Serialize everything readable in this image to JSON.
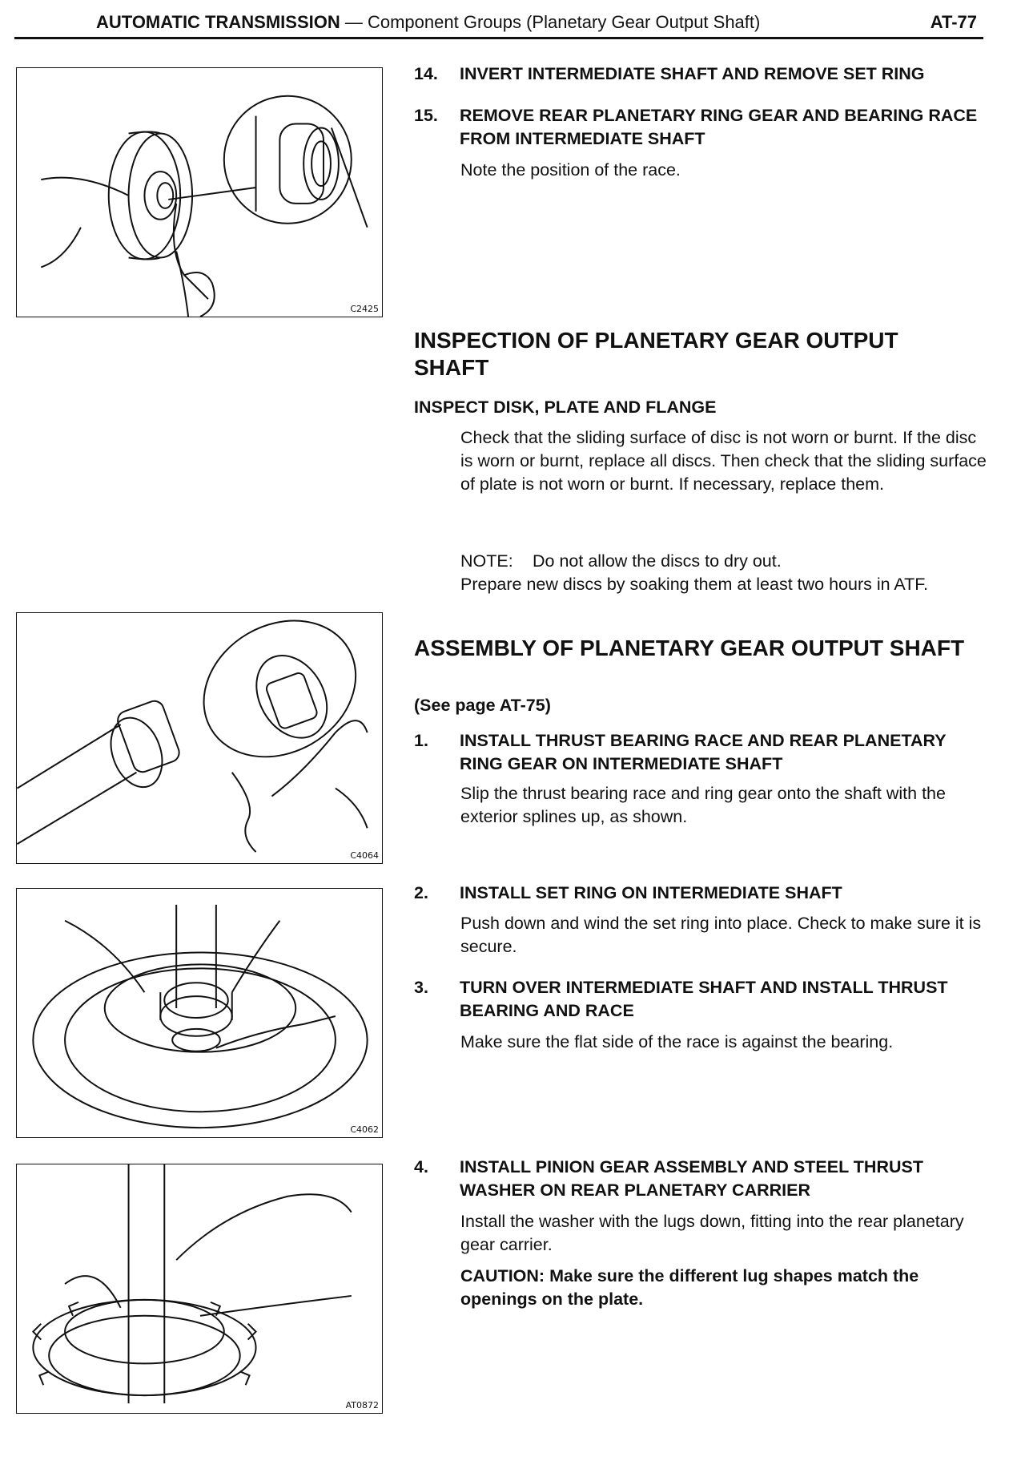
{
  "header": {
    "title": "AUTOMATIC TRANSMISSION",
    "dash": "—",
    "subtitle": "Component Groups (Planetary Gear Output Shaft)",
    "page_number": "AT-77"
  },
  "figures": [
    {
      "code": "C2425"
    },
    {
      "code": "C4064"
    },
    {
      "code": "C4062"
    },
    {
      "code": "AT0872"
    }
  ],
  "disassembly_steps": [
    {
      "number": "14.",
      "heading": "INVERT INTERMEDIATE SHAFT AND REMOVE SET RING"
    },
    {
      "number": "15.",
      "heading": "REMOVE REAR PLANETARY RING GEAR AND BEARING RACE FROM INTERMEDIATE SHAFT",
      "body": "Note the position of the race."
    }
  ],
  "inspection": {
    "title": "INSPECTION OF PLANETARY GEAR OUTPUT SHAFT",
    "subheading": "INSPECT DISK, PLATE AND FLANGE",
    "paragraph": "Check that the sliding surface of disc is not worn or burnt. If the disc is worn or burnt, replace all discs. Then check that the sliding surface of plate is not worn or burnt. If necessary, replace them.",
    "note_label": "NOTE:",
    "note_text": "Do not allow the discs to dry out.",
    "note_text_2": "Prepare new discs by soaking them at least two hours in ATF."
  },
  "assembly": {
    "title": "ASSEMBLY OF PLANETARY GEAR OUTPUT SHAFT",
    "reference": "(See page AT-75)",
    "steps": [
      {
        "number": "1.",
        "heading": "INSTALL THRUST BEARING RACE AND REAR PLANETARY RING GEAR ON INTERMEDIATE SHAFT",
        "body": "Slip the thrust bearing race and ring gear onto the shaft with the exterior splines up, as shown."
      },
      {
        "number": "2.",
        "heading": "INSTALL SET RING ON INTERMEDIATE SHAFT",
        "body": "Push down and wind the set ring into place. Check to make sure it is secure."
      },
      {
        "number": "3.",
        "heading": "TURN OVER INTERMEDIATE SHAFT AND INSTALL THRUST BEARING AND RACE",
        "body": "Make sure the flat side of the race is against the bearing."
      },
      {
        "number": "4.",
        "heading": "INSTALL PINION GEAR ASSEMBLY AND STEEL THRUST WASHER ON REAR PLANETARY CARRIER",
        "body": "Install the washer with the lugs down, fitting into the rear planetary gear carrier.",
        "caution_label": "CAUTION:",
        "caution_text": "Make sure the different lug shapes match the openings on the plate."
      }
    ]
  }
}
